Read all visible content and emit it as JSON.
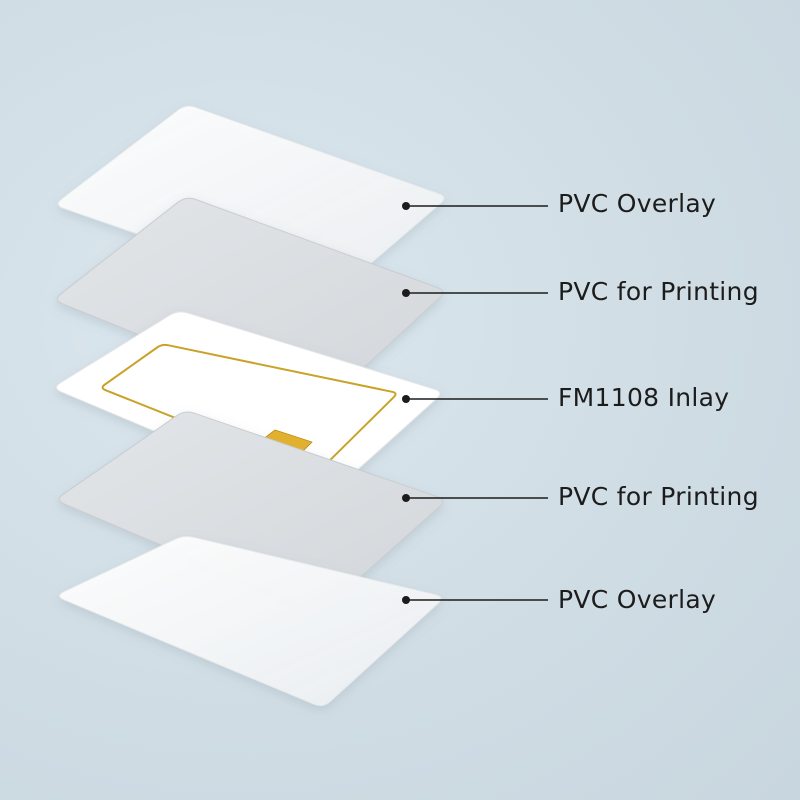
{
  "diagram": {
    "layers": [
      {
        "label": "PVC Overlay",
        "kind": "overlay"
      },
      {
        "label": "PVC for Printing",
        "kind": "printing"
      },
      {
        "label": "FM1108 Inlay",
        "kind": "inlay"
      },
      {
        "label": "PVC for Printing",
        "kind": "printing"
      },
      {
        "label": "PVC Overlay",
        "kind": "overlay"
      }
    ],
    "colors": {
      "background": "#d0dde5",
      "overlay_card": "#f4f6f7",
      "printing_card": "#d9dcdf",
      "inlay_card": "#ffffff",
      "antenna": "#c9a227",
      "chip": "#e3b12e",
      "leader_line": "#1c1c1c"
    }
  }
}
